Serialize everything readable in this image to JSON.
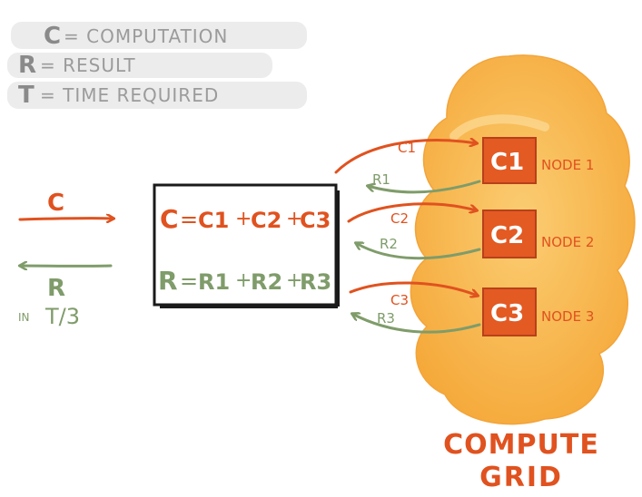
{
  "legend": {
    "c_letter": "C",
    "c_text": "= COMPUTATION",
    "r_letter": "R",
    "r_text": "= RESULT",
    "t_letter": "T",
    "t_text": "= TIME REQUIRED"
  },
  "input": {
    "c_label": "C",
    "r_label": "R",
    "time_prefix": "IN",
    "time_value": "T/3"
  },
  "box": {
    "c_lhs": "C",
    "c_eq": "=",
    "c_terms": [
      "C1",
      "C2",
      "C3"
    ],
    "c_plus": "+",
    "r_lhs": "R",
    "r_eq": "=",
    "r_terms": [
      "R1",
      "R2",
      "R3"
    ],
    "r_plus": "+"
  },
  "arrows": {
    "c_labels": [
      "C1",
      "C2",
      "C3"
    ],
    "r_labels": [
      "R1",
      "R2",
      "R3"
    ]
  },
  "nodes": [
    {
      "chip": "C1",
      "label": "NODE 1"
    },
    {
      "chip": "C2",
      "label": "NODE 2"
    },
    {
      "chip": "C3",
      "label": "NODE 3"
    }
  ],
  "grid": {
    "line1": "COMPUTE",
    "line2": "GRID"
  },
  "colors": {
    "orange": "#e0521f",
    "green": "#7f9c6a",
    "gray_text": "#9b9b9b",
    "gray_wash": "#e9e9e9",
    "cloud": "#f7b548",
    "cloud_light": "#fbcd73"
  }
}
